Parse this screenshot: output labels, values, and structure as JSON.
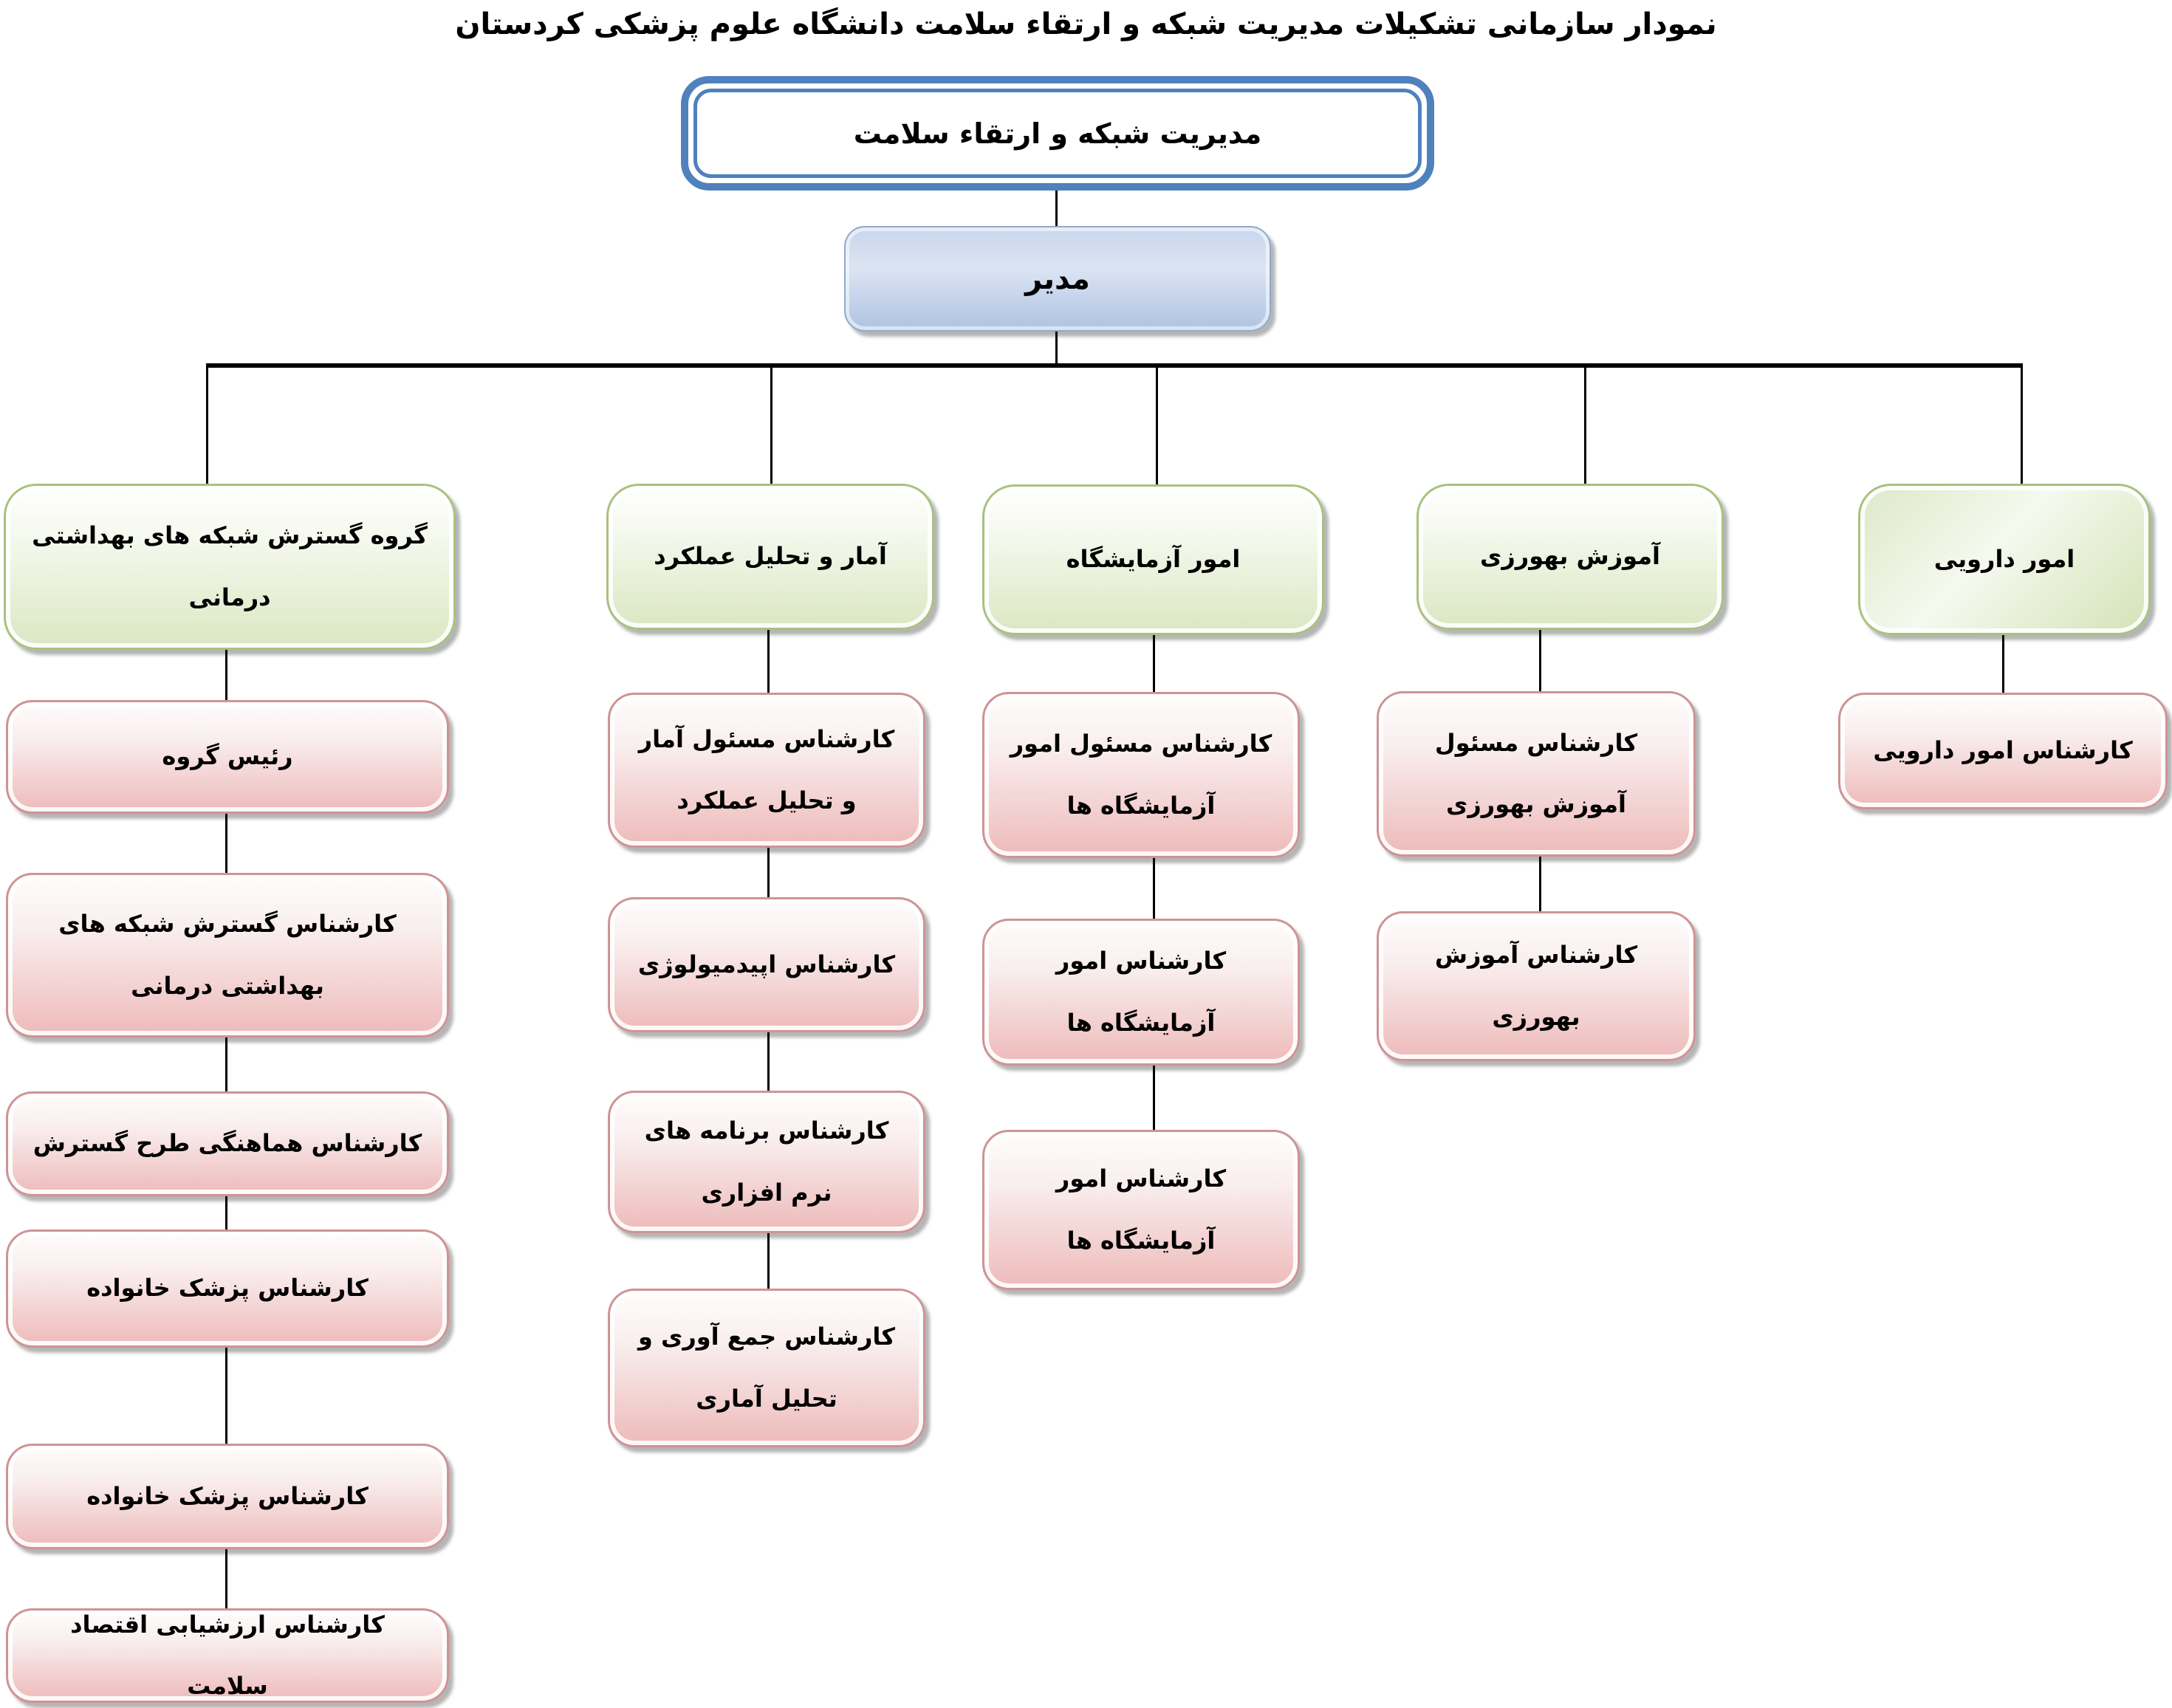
{
  "page": {
    "title": "نمودار سازمانی تشکیلات مدیریت شبکه و ارتقاء سلامت دانشگاه علوم پزشکی کردستان"
  },
  "root_box": {
    "label": "مدیریت شبکه و ارتقاء سلامت"
  },
  "manager_box": {
    "label": "مدیر"
  },
  "columns": [
    {
      "id": "network-expansion-group",
      "header": "گروه گسترش شبکه های بهداشتی درمانی",
      "children": [
        "رئیس گروه",
        "کارشناس گسترش شبکه های بهداشتی درمانی",
        "کارشناس هماهنگی طرح گسترش",
        "کارشناس پزشک خانواده",
        "کارشناس پزشک خانواده",
        "کارشناس ارزشیابی اقتصاد سلامت"
      ]
    },
    {
      "id": "statistics-performance-analysis",
      "header": "آمار و تحلیل عملکرد",
      "children": [
        "کارشناس مسئول آمار و تحلیل عملکرد",
        "کارشناس اپیدمیولوژی",
        "کارشناس برنامه های نرم افزاری",
        "کارشناس جمع آوری و تحلیل آماری"
      ]
    },
    {
      "id": "laboratory-affairs",
      "header": "امور آزمایشگاه",
      "children": [
        "کارشناس مسئول امور آزمایشگاه ها",
        "کارشناس امور آزمایشگاه ها",
        "کارشناس امور آزمایشگاه ها"
      ]
    },
    {
      "id": "behvarz-training",
      "header": "آموزش بهورزی",
      "children": [
        "کارشناس مسئول آموزش بهورزی",
        "کارشناس آموزش بهورزی"
      ]
    },
    {
      "id": "pharmaceutical-affairs",
      "header": "امور دارویی",
      "children": [
        "کارشناس امور دارویی"
      ]
    }
  ],
  "colors": {
    "accent_blue_border": "#4f81bd",
    "manager_fill_top": "#c9d6ec",
    "manager_fill_bottom": "#aec3e2",
    "manager_border": "#8fa9cc",
    "green_border": "#a9c17e",
    "green_fill_top": "#ffffff",
    "green_fill_bottom": "#dbe7c3",
    "pink_border": "#cf9394",
    "pink_fill_top": "#fffdfd",
    "pink_fill_bottom": "#eebaba",
    "connector": "#000000",
    "text": "#000000"
  }
}
